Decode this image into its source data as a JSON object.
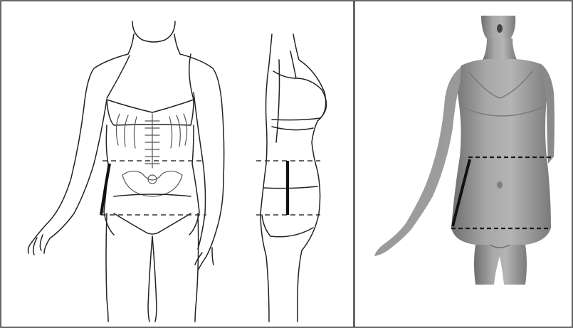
{
  "figure": {
    "panels": [
      {
        "name": "front-line-drawing"
      },
      {
        "name": "side-line-drawing"
      },
      {
        "name": "3d-scan-rendering"
      }
    ],
    "colors": {
      "line": "#222222",
      "scan_body": "#9a9a9a",
      "scan_shadow": "#6e6e6e",
      "measure_line": "#111111",
      "border": "#333333"
    }
  }
}
